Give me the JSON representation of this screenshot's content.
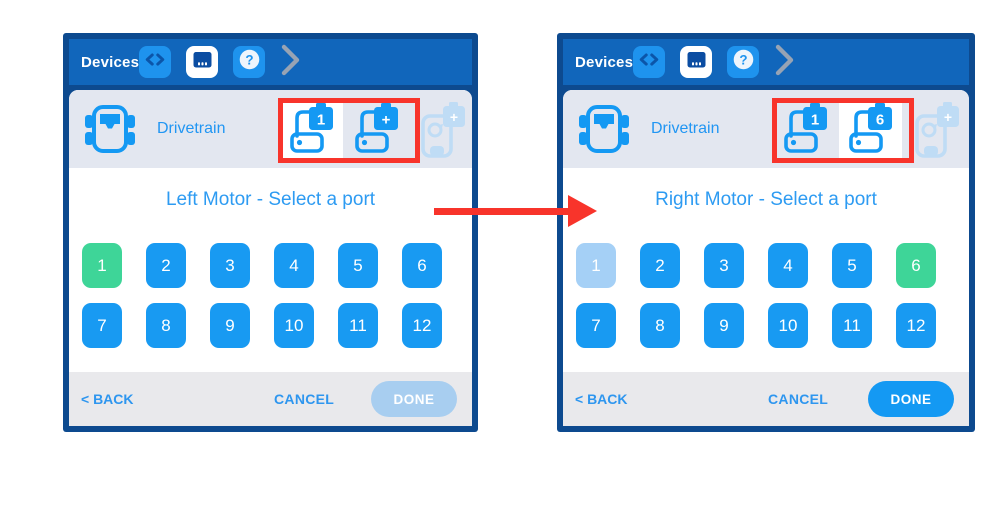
{
  "colors": {
    "header_blue": "#1166bb",
    "border_navy": "#0d4a8f",
    "accent_blue": "#189af2",
    "selected_green": "#3ed598",
    "disabled_blue": "#a5d0f6",
    "annotation_red": "#f8342b"
  },
  "panels": [
    {
      "header": {
        "title": "Devices"
      },
      "device_row": {
        "label": "Drivetrain",
        "slots": [
          {
            "badge": "1",
            "state": "selected"
          },
          {
            "badge": "+",
            "state": "normal"
          }
        ],
        "gyro_badge": "+"
      },
      "prompt": "Left Motor - Select a port",
      "ports": [
        {
          "label": "1",
          "state": "selected"
        },
        {
          "label": "2",
          "state": "normal"
        },
        {
          "label": "3",
          "state": "normal"
        },
        {
          "label": "4",
          "state": "normal"
        },
        {
          "label": "5",
          "state": "normal"
        },
        {
          "label": "6",
          "state": "normal"
        },
        {
          "label": "7",
          "state": "normal"
        },
        {
          "label": "8",
          "state": "normal"
        },
        {
          "label": "9",
          "state": "normal"
        },
        {
          "label": "10",
          "state": "normal"
        },
        {
          "label": "11",
          "state": "normal"
        },
        {
          "label": "12",
          "state": "normal"
        }
      ],
      "footer": {
        "back": "< BACK",
        "cancel": "CANCEL",
        "done": "DONE",
        "done_state": "disabled"
      }
    },
    {
      "header": {
        "title": "Devices"
      },
      "device_row": {
        "label": "Drivetrain",
        "slots": [
          {
            "badge": "1",
            "state": "normal"
          },
          {
            "badge": "6",
            "state": "selected"
          }
        ],
        "gyro_badge": "+"
      },
      "prompt": "Right Motor - Select a port",
      "ports": [
        {
          "label": "1",
          "state": "disabled"
        },
        {
          "label": "2",
          "state": "normal"
        },
        {
          "label": "3",
          "state": "normal"
        },
        {
          "label": "4",
          "state": "normal"
        },
        {
          "label": "5",
          "state": "normal"
        },
        {
          "label": "6",
          "state": "selected"
        },
        {
          "label": "7",
          "state": "normal"
        },
        {
          "label": "8",
          "state": "normal"
        },
        {
          "label": "9",
          "state": "normal"
        },
        {
          "label": "10",
          "state": "normal"
        },
        {
          "label": "11",
          "state": "normal"
        },
        {
          "label": "12",
          "state": "normal"
        }
      ],
      "footer": {
        "back": "< BACK",
        "cancel": "CANCEL",
        "done": "DONE",
        "done_state": "enabled"
      }
    }
  ]
}
